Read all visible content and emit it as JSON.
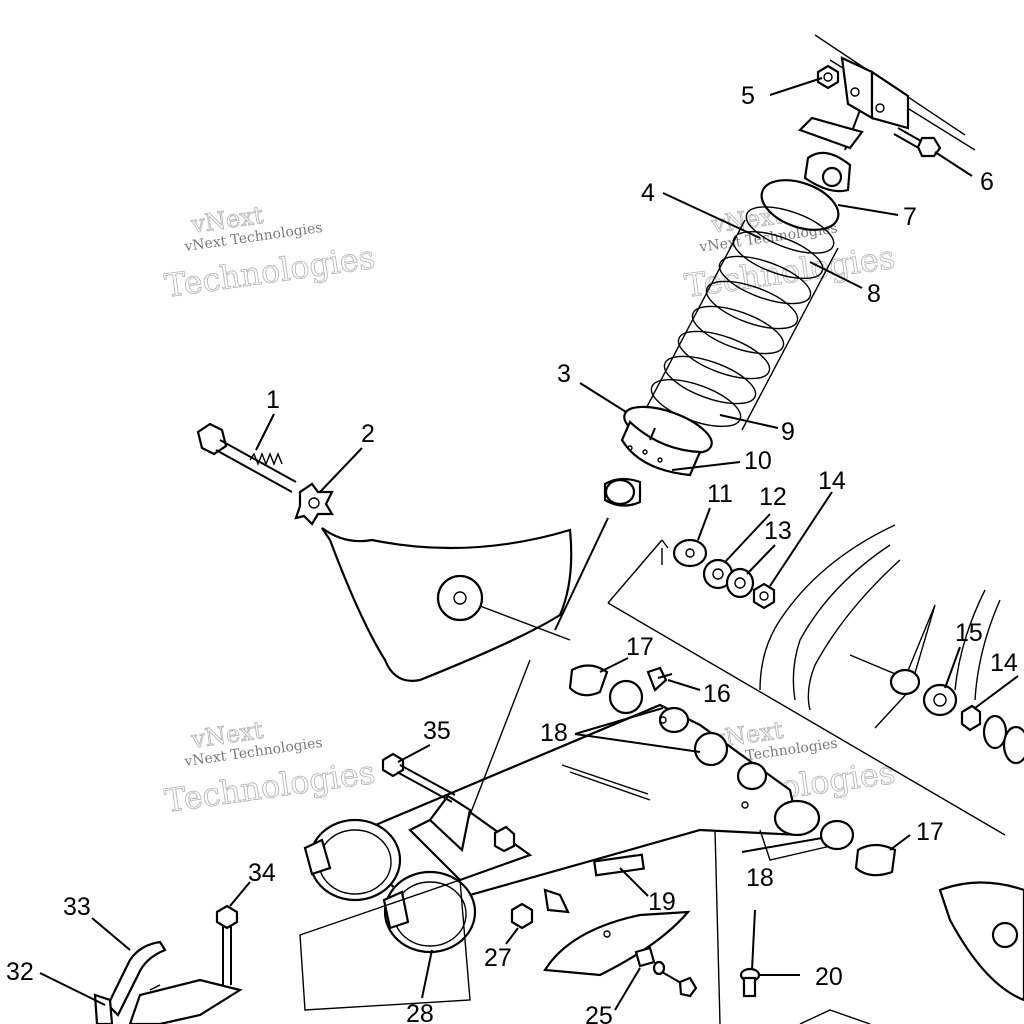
{
  "callouts": [
    {
      "id": "c1",
      "text": "1"
    },
    {
      "id": "c2",
      "text": "2"
    },
    {
      "id": "c3",
      "text": "3"
    },
    {
      "id": "c4",
      "text": "4"
    },
    {
      "id": "c5",
      "text": "5"
    },
    {
      "id": "c6",
      "text": "6"
    },
    {
      "id": "c7",
      "text": "7"
    },
    {
      "id": "c8",
      "text": "8"
    },
    {
      "id": "c9",
      "text": "9"
    },
    {
      "id": "c10",
      "text": "10"
    },
    {
      "id": "c11",
      "text": "11"
    },
    {
      "id": "c12",
      "text": "12"
    },
    {
      "id": "c13",
      "text": "13"
    },
    {
      "id": "c14a",
      "text": "14"
    },
    {
      "id": "c14b",
      "text": "14"
    },
    {
      "id": "c15",
      "text": "15"
    },
    {
      "id": "c16",
      "text": "16"
    },
    {
      "id": "c17a",
      "text": "17"
    },
    {
      "id": "c17b",
      "text": "17"
    },
    {
      "id": "c18a",
      "text": "18"
    },
    {
      "id": "c18b",
      "text": "18"
    },
    {
      "id": "c19",
      "text": "19"
    },
    {
      "id": "c20",
      "text": "20"
    },
    {
      "id": "c25",
      "text": "25"
    },
    {
      "id": "c27",
      "text": "27"
    },
    {
      "id": "c28",
      "text": "28"
    },
    {
      "id": "c32",
      "text": "32"
    },
    {
      "id": "c33",
      "text": "33"
    },
    {
      "id": "c34",
      "text": "34"
    },
    {
      "id": "c35",
      "text": "35"
    }
  ],
  "watermark": {
    "line1": "vNext",
    "line2": "vNext Technologies",
    "line3": "Technologies"
  },
  "colors": {
    "ink": "#000000",
    "background": "#ffffff",
    "watermark": "#b8b8b8"
  }
}
